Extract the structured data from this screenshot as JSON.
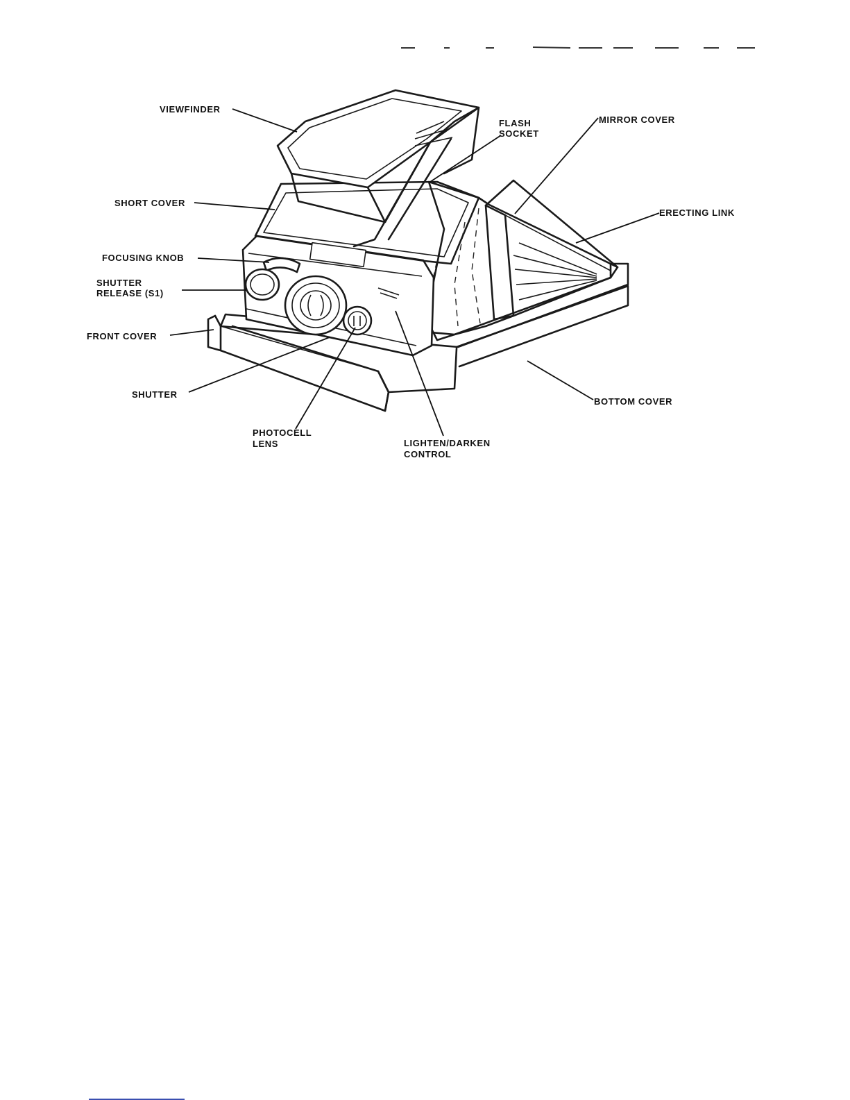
{
  "labels": {
    "viewfinder": "VIEWFINDER",
    "flash_socket_1": "FLASH",
    "flash_socket_2": "SOCKET",
    "mirror_cover": "MIRROR COVER",
    "short_cover": "SHORT COVER",
    "erecting_link": "ERECTING LINK",
    "focusing_knob": "FOCUSING KNOB",
    "shutter_release_1": "SHUTTER",
    "shutter_release_2": "RELEASE (S1)",
    "front_cover": "FRONT COVER",
    "shutter": "SHUTTER",
    "bottom_cover": "BOTTOM COVER",
    "photocell_lens_1": "PHOTOCELL",
    "photocell_lens_2": "LENS",
    "lighten_darken_1": "LIGHTEN/DARKEN",
    "lighten_darken_2": "CONTROL"
  }
}
